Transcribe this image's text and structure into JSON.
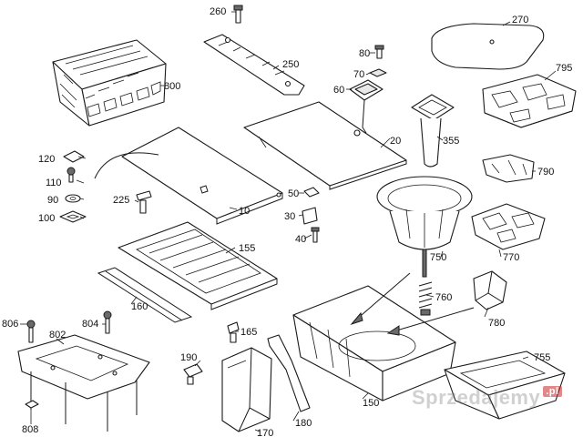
{
  "diagram": {
    "part_labels": [
      "10",
      "20",
      "30",
      "40",
      "50",
      "60",
      "70",
      "80",
      "90",
      "100",
      "110",
      "120",
      "150",
      "155",
      "160",
      "165",
      "170",
      "180",
      "190",
      "225",
      "250",
      "260",
      "270",
      "355",
      "750",
      "755",
      "760",
      "770",
      "780",
      "790",
      "795",
      "800",
      "802",
      "804",
      "806",
      "808"
    ]
  },
  "watermark": {
    "text": "Sprzedajemy",
    "suffix": ".pl"
  },
  "colors": {
    "line": "#1a1a1a",
    "background": "#ffffff",
    "watermark_accent": "#c82828"
  }
}
